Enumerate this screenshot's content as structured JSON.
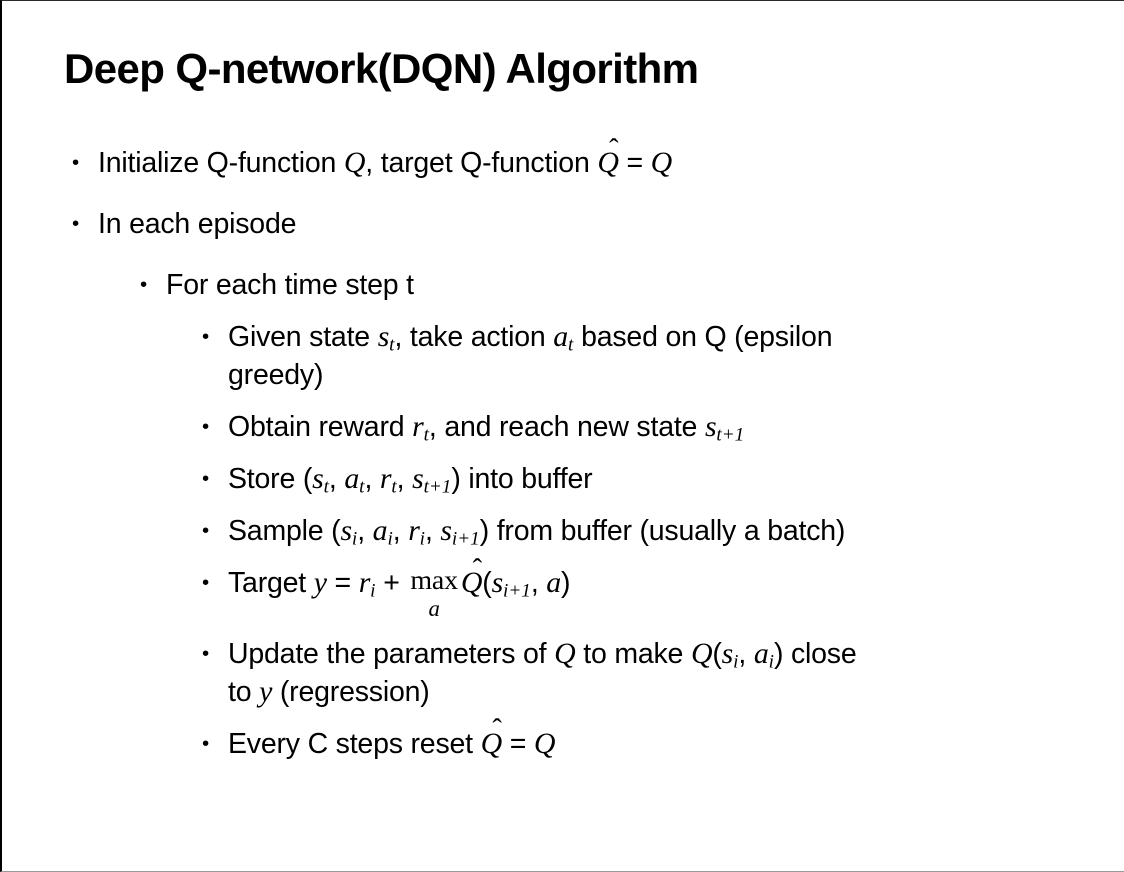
{
  "slide": {
    "title": "Deep Q-network(DQN) Algorithm",
    "bullet_char": "•",
    "colors": {
      "background": "#ffffff",
      "text": "#000000",
      "border": "#000000"
    },
    "bullets": [
      {
        "level": 1,
        "segments": [
          {
            "k": "t",
            "t": "Initialize Q-function "
          },
          {
            "k": "v",
            "t": "Q"
          },
          {
            "k": "t",
            "t": ", target Q-function "
          },
          {
            "k": "vh",
            "t": "Q",
            "hat": "ˆ"
          },
          {
            "k": "t",
            "t": " = "
          },
          {
            "k": "v",
            "t": "Q"
          }
        ]
      },
      {
        "level": 1,
        "segments": [
          {
            "k": "t",
            "t": "In each episode"
          }
        ]
      },
      {
        "level": 2,
        "segments": [
          {
            "k": "t",
            "t": "For each time step t"
          }
        ]
      },
      {
        "level": 3,
        "segments": [
          {
            "k": "t",
            "t": "Given state "
          },
          {
            "k": "vs",
            "t": "s",
            "sub": "t"
          },
          {
            "k": "t",
            "t": ", take action "
          },
          {
            "k": "vs",
            "t": "a",
            "sub": "t"
          },
          {
            "k": "t",
            "t": " based on Q (epsilon"
          },
          {
            "k": "br"
          },
          {
            "k": "t",
            "t": "greedy)"
          }
        ]
      },
      {
        "level": 3,
        "segments": [
          {
            "k": "t",
            "t": "Obtain reward "
          },
          {
            "k": "vs",
            "t": "r",
            "sub": "t"
          },
          {
            "k": "t",
            "t": ", and reach new state "
          },
          {
            "k": "vs",
            "t": "s",
            "sub": "t+1"
          }
        ]
      },
      {
        "level": 3,
        "segments": [
          {
            "k": "t",
            "t": "Store ("
          },
          {
            "k": "vs",
            "t": "s",
            "sub": "t"
          },
          {
            "k": "t",
            "t": ", "
          },
          {
            "k": "vs",
            "t": "a",
            "sub": "t"
          },
          {
            "k": "t",
            "t": ", "
          },
          {
            "k": "vs",
            "t": "r",
            "sub": "t"
          },
          {
            "k": "t",
            "t": ", "
          },
          {
            "k": "vs",
            "t": "s",
            "sub": "t+1"
          },
          {
            "k": "t",
            "t": ") into buffer"
          }
        ]
      },
      {
        "level": 3,
        "segments": [
          {
            "k": "t",
            "t": "Sample ("
          },
          {
            "k": "vs",
            "t": "s",
            "sub": "i"
          },
          {
            "k": "t",
            "t": ", "
          },
          {
            "k": "vs",
            "t": "a",
            "sub": "i"
          },
          {
            "k": "t",
            "t": ", "
          },
          {
            "k": "vs",
            "t": "r",
            "sub": "i"
          },
          {
            "k": "t",
            "t": ", "
          },
          {
            "k": "vs",
            "t": "s",
            "sub": "i+1"
          },
          {
            "k": "t",
            "t": ") from buffer (usually a batch)"
          }
        ]
      },
      {
        "level": 3,
        "segments": [
          {
            "k": "t",
            "t": "Target "
          },
          {
            "k": "v",
            "t": "y"
          },
          {
            "k": "t",
            "t": " = "
          },
          {
            "k": "vs",
            "t": "r",
            "sub": "i"
          },
          {
            "k": "t",
            "t": " + "
          },
          {
            "k": "under",
            "top": "max",
            "bottom": "a"
          },
          {
            "k": "vh",
            "t": "Q",
            "hat": "ˆ"
          },
          {
            "k": "t",
            "t": "("
          },
          {
            "k": "vs",
            "t": "s",
            "sub": "i+1"
          },
          {
            "k": "t",
            "t": ", "
          },
          {
            "k": "v",
            "t": "a"
          },
          {
            "k": "t",
            "t": ")"
          }
        ]
      },
      {
        "level": 3,
        "segments": [
          {
            "k": "t",
            "t": "Update the parameters of "
          },
          {
            "k": "v",
            "t": "Q"
          },
          {
            "k": "t",
            "t": " to make "
          },
          {
            "k": "v",
            "t": "Q"
          },
          {
            "k": "t",
            "t": "("
          },
          {
            "k": "vs",
            "t": "s",
            "sub": "i"
          },
          {
            "k": "t",
            "t": ", "
          },
          {
            "k": "vs",
            "t": "a",
            "sub": "i"
          },
          {
            "k": "t",
            "t": ") close"
          },
          {
            "k": "br"
          },
          {
            "k": "t",
            "t": "to "
          },
          {
            "k": "v",
            "t": "y"
          },
          {
            "k": "t",
            "t": " (regression)"
          }
        ]
      },
      {
        "level": 3,
        "segments": [
          {
            "k": "t",
            "t": "Every C steps reset "
          },
          {
            "k": "vh",
            "t": "Q",
            "hat": "ˆ"
          },
          {
            "k": "t",
            "t": " = "
          },
          {
            "k": "v",
            "t": "Q"
          }
        ]
      }
    ]
  }
}
